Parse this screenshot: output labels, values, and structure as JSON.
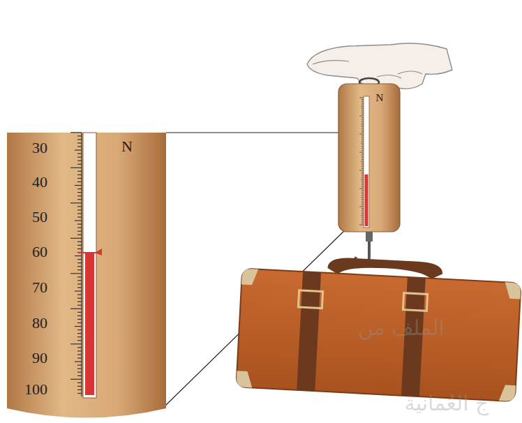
{
  "diagram": {
    "labels": [
      "30",
      "40",
      "50",
      "60",
      "70",
      "80",
      "90",
      "100",
      "N",
      "N",
      "الملف من",
      "ج العُمانية"
    ]
  }
}
